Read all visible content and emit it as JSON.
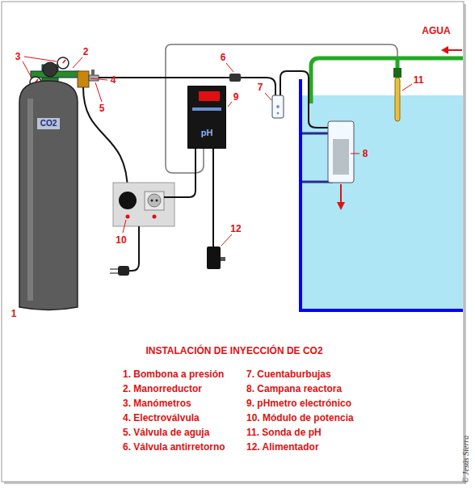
{
  "diagram": {
    "title": "INSTALACIÓN DE INYECCIÓN DE CO2",
    "nodes": [
      {
        "text": [
          "CO2"
        ]
      },
      {
        "text": [
          "pH"
        ]
      }
    ],
    "labels": [
      "AGUA",
      "1",
      "2",
      "3",
      "4",
      "5",
      "6",
      "7",
      "8",
      "9",
      "10",
      "11",
      "12",
      "1. Bombona a presión",
      "2. Manorreductor",
      "3. Manómetros",
      "4. Electroválvula",
      "5. Válvula de aguja",
      "6. Válvula antirretorno",
      "7. Cuentaburbujas",
      "8. Campana reactora",
      "9. pHmetro electrónico",
      "10. Módulo de potencia",
      "11. Sonda de pH",
      "12. Alimentador",
      "© Jesús Sierra"
    ]
  }
}
